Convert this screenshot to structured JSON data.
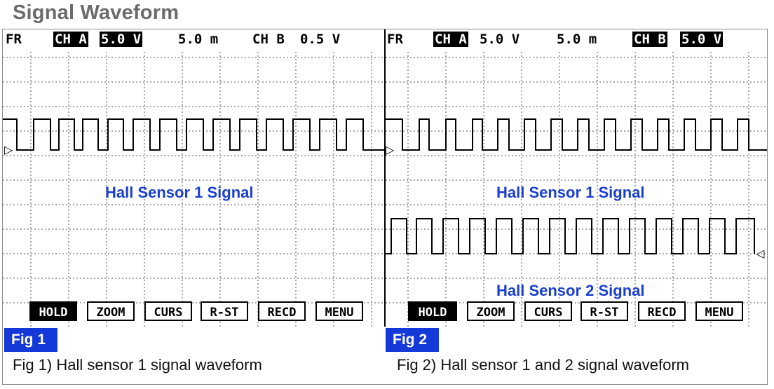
{
  "title": "Signal Waveform",
  "scope1": {
    "header": {
      "fr": "FR",
      "ch_a": "CH A",
      "ch_a_volts": "5.0 V",
      "time": "5.0 m",
      "ch_b": "CH B",
      "ch_b_volts": "0.5 V"
    },
    "signal_label_1": "Hall Sensor 1 Signal",
    "menu": [
      "HOLD",
      "ZOOM",
      "CURS",
      "R-ST",
      "RECD",
      "MENU"
    ],
    "fig_tag": "Fig 1",
    "caption": "Fig 1) Hall sensor 1 signal waveform"
  },
  "scope2": {
    "header": {
      "fr": "FR",
      "ch_a": "CH A",
      "ch_a_volts": "5.0 V",
      "time": "5.0 m",
      "ch_b": "CH B",
      "ch_b_volts": "5.0 V"
    },
    "signal_label_1": "Hall Sensor 1 Signal",
    "signal_label_2": "Hall Sensor 2 Signal",
    "menu": [
      "HOLD",
      "ZOOM",
      "CURS",
      "R-ST",
      "RECD",
      "MENU"
    ],
    "fig_tag": "Fig 2",
    "caption": "Fig 2) Hall sensor 1 and 2 signal waveform"
  },
  "colors": {
    "label_blue": "#1a3fd0",
    "fig_tag_bg": "#1538d8",
    "title_gray": "#6b6b6b"
  },
  "icons": {
    "channel_marker": "right-triangle-marker",
    "channel_b_marker": "left-triangle-marker"
  }
}
